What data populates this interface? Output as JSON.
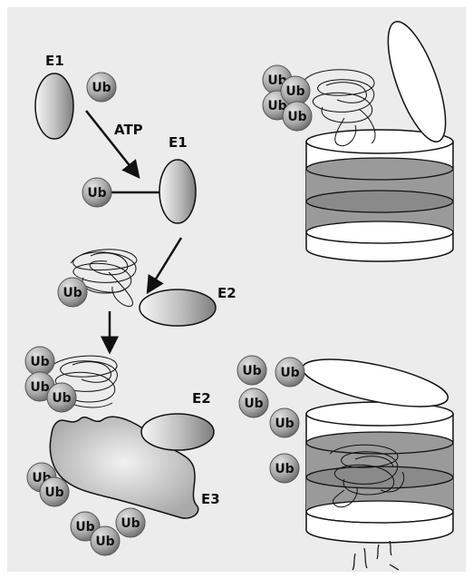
{
  "colors": {
    "panel": "#ececec",
    "ellipse_light": "#f4f4f4",
    "ellipse_dark": "#8c8c8c",
    "ub_light": "#d6d6d6",
    "ub_dark": "#6e6e6e",
    "stroke": "#111111",
    "proteasome_band": "#9a9a9a"
  },
  "labels": {
    "e1_top": "E1",
    "atp": "ATP",
    "e1_bound": "E1",
    "e2_middle": "E2",
    "e2_lower": "E2",
    "e3": "E3"
  },
  "ubiquitin_label": "Ub",
  "icons": [
    "ubiquitin-sphere",
    "enzyme-ellipse",
    "protein-coil",
    "proteasome-barrel",
    "proteasome-lid",
    "arrow"
  ]
}
